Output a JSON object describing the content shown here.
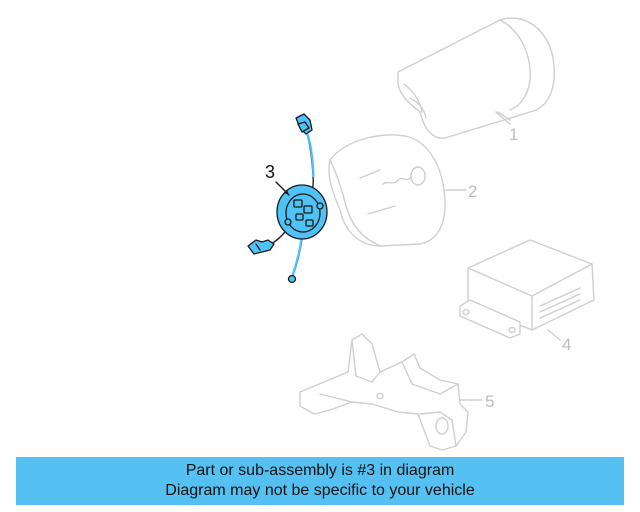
{
  "diagram": {
    "callouts": [
      {
        "id": 1,
        "label": "1",
        "highlighted": false
      },
      {
        "id": 2,
        "label": "2",
        "highlighted": false
      },
      {
        "id": 3,
        "label": "3",
        "highlighted": true
      },
      {
        "id": 4,
        "label": "4",
        "highlighted": false
      },
      {
        "id": 5,
        "label": "5",
        "highlighted": false
      }
    ]
  },
  "banner": {
    "line1": "Part or sub-assembly is #3 in diagram",
    "line2": "Diagram may not be specific to your vehicle"
  },
  "colors": {
    "highlight": "#4fc3f7",
    "banner": "#55c1f2",
    "ghost": "#cfcfcf"
  }
}
